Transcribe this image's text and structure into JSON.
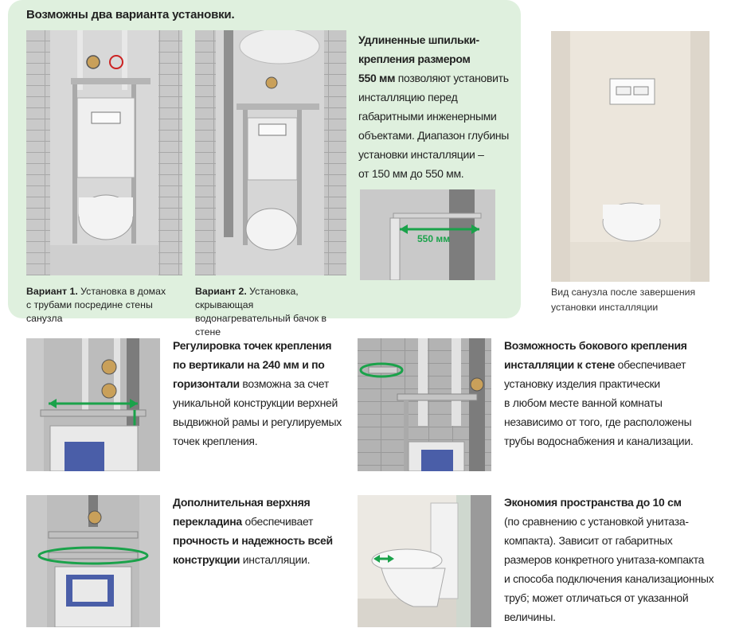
{
  "panel": {
    "title": "Возможны два варианта установки."
  },
  "variant1": {
    "label": "Вариант 1.",
    "text_line1": " Установка в домах",
    "text_line2": "с трубами посредине стены санузла"
  },
  "variant2": {
    "label": "Вариант 2.",
    "text_line1": " Установка, скрывающая",
    "text_line2": "водонагревательный бачок в стене"
  },
  "studs": {
    "bold_line1": "Удлиненные шпильки-",
    "bold_line2": "крепления размером",
    "bold_line3": "550 мм",
    "line3_rest": " позволяют установить",
    "line4": "инсталляцию перед",
    "line5": "габаритными инженерными",
    "line6": "объектами. Диапазон глубины",
    "line7": "установки инсталляции –",
    "line8": "от 150 мм до 550 мм.",
    "dimension_label": "550 мм"
  },
  "finished": {
    "caption_line1": "Вид санузла после завершения",
    "caption_line2": "установки инсталляции"
  },
  "adjust": {
    "bold_line1": "Регулировка точек крепления",
    "bold_line2": "по вертикали на 240 мм и по",
    "bold_line3": "горизонтали",
    "line3_rest": " возможна за счет",
    "line4": "уникальной конструкции верхней",
    "line5": "выдвижной рамы и регулируемых",
    "line6": "точек крепления."
  },
  "side": {
    "bold_line1": "Возможность бокового крепления",
    "bold_line2": "инсталляции к стене",
    "line2_rest": " обеспечивает",
    "line3": "установку изделия практически",
    "line4": "в любом месте ванной комнаты",
    "line5": "независимо от того, где расположены",
    "line6": "трубы водоснабжения и канализации."
  },
  "crossbar": {
    "bold_line1": "Дополнительная верхняя",
    "bold_line2": "перекладина",
    "line2_rest": " обеспечивает",
    "bold_line3": "прочность и надежность всей",
    "bold_line4": "конструкции",
    "line4_rest": " инсталляции."
  },
  "economy": {
    "bold_line1": "Экономия пространства до 10 см",
    "line2": "(по сравнению с установкой унитаза-",
    "line3": "компакта). Зависит от габаритных",
    "line4": "размеров конкретного унитаза-компакта",
    "line5": "и способа подключения канализационных",
    "line6": "труб; может отличаться от указанной",
    "line7": "величины."
  },
  "colors": {
    "panel_bg": "#dff0de",
    "accent_green": "#1aa24a",
    "text": "#222222"
  }
}
